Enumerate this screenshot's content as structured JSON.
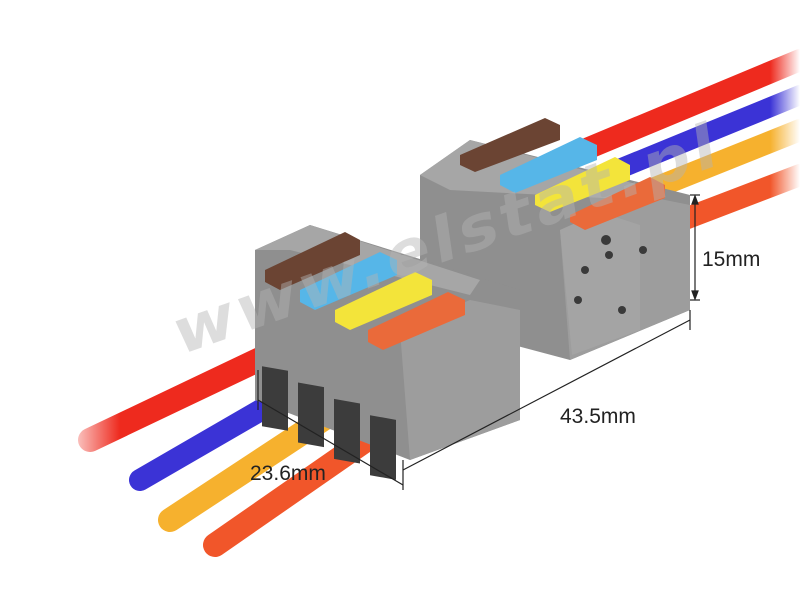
{
  "dimensions": {
    "height": "15mm",
    "length": "43.5mm",
    "width": "23.6mm"
  },
  "watermark": "www.elstat.pl",
  "colors": {
    "wire_red": "#ee2a1e",
    "wire_blue": "#3b33d6",
    "wire_yellow": "#f6b12e",
    "wire_orange": "#f1562a",
    "housing": "#9b9b9b",
    "lever_brown": "#6b4433",
    "lever_blue": "#56b6e8",
    "lever_yellow": "#f3e43a",
    "lever_orange": "#ea6a3a"
  }
}
